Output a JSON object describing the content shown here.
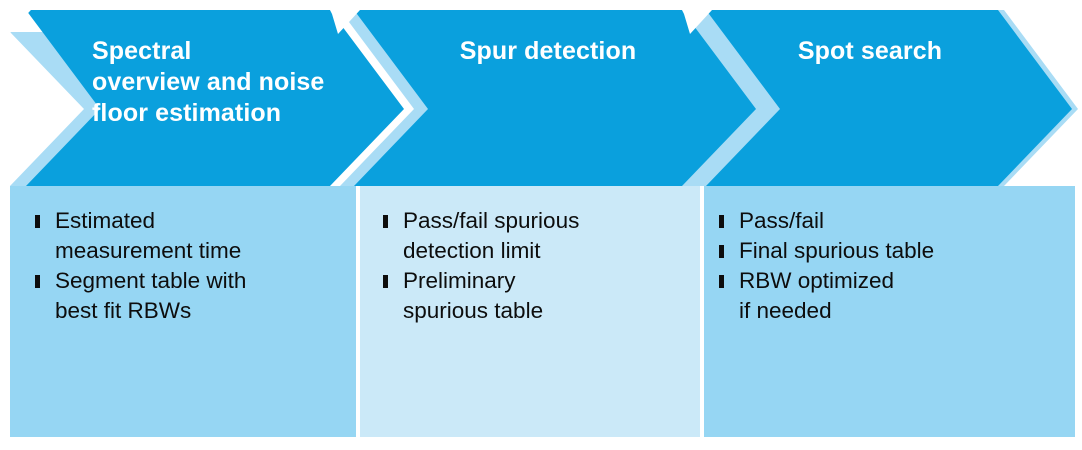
{
  "diagram": {
    "type": "chevron-process-flow",
    "step_count": 3,
    "colors": {
      "chevron_blue": "#0aa0dd",
      "body_blue_dark": "#96d6f3",
      "body_blue_light": "#cbe9f8",
      "separator_blue": "#a9dcf5",
      "title_text": "#ffffff",
      "bullet_text": "#0d0d0d",
      "background": "#ffffff"
    },
    "steps": [
      {
        "id": "spectral-overview",
        "title": "Spectral\noverview and noise\nfloor estimation",
        "bullets": [
          "Estimated\nmeasurement time",
          "Segment table with\nbest fit RBWs"
        ]
      },
      {
        "id": "spur-detection",
        "title": "Spur detection",
        "bullets": [
          "Pass/fail spurious\ndetection limit",
          "Preliminary\nspurious table"
        ]
      },
      {
        "id": "spot-search",
        "title": "Spot search",
        "bullets": [
          "Pass/fail",
          "Final spurious table",
          "RBW optimized\nif needed"
        ]
      }
    ]
  }
}
